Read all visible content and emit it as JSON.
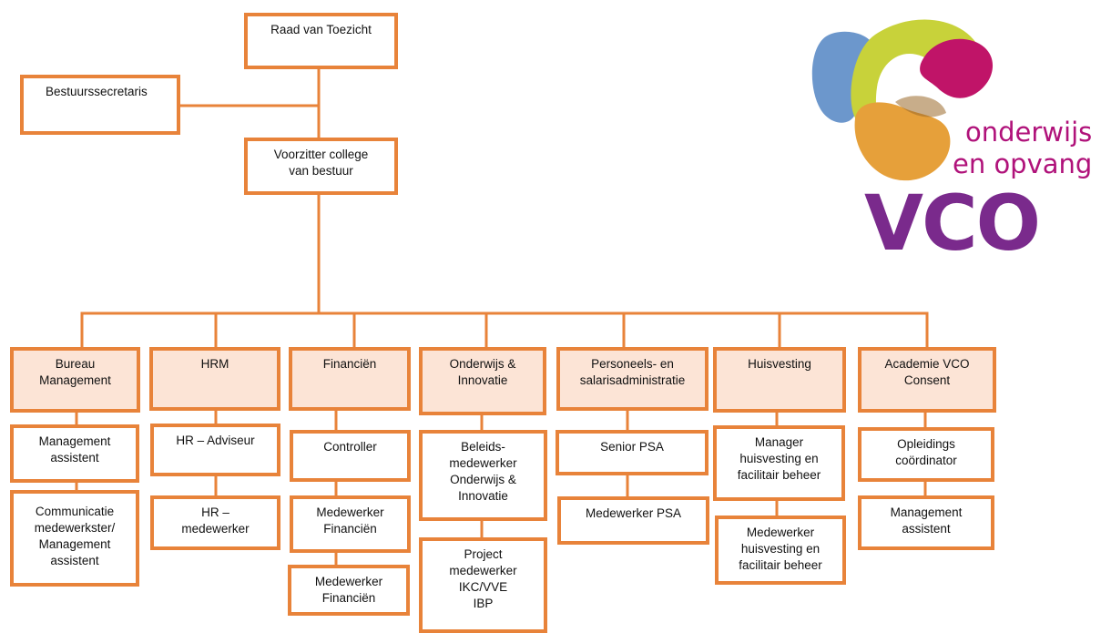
{
  "colors": {
    "border": "#E8833A",
    "dept_fill": "#FCE4D6",
    "logo_text": "#B0127A",
    "logo_vco": "#7A2A8C"
  },
  "top": {
    "raad": "Raad van Toezicht",
    "secretaris": "Bestuurssecretaris",
    "voorzitter": "Voorzitter college\nvan bestuur"
  },
  "departments": [
    {
      "name": "Bureau\nManagement",
      "roles": [
        "Management\nassistent",
        "Communicatie\nmedewerkster/\nManagement\nassistent"
      ]
    },
    {
      "name": "HRM",
      "roles": [
        "HR – Adviseur",
        "HR –\nmedewerker"
      ]
    },
    {
      "name": "Financiën",
      "roles": [
        "Controller",
        "Medewerker\nFinanciën",
        "Medewerker\nFinanciën"
      ]
    },
    {
      "name": "Onderwijs &\nInnovatie",
      "roles": [
        "Beleids-\nmedewerker\nOnderwijs &\nInnovatie",
        "Project\nmedewerker\nIKC/VVE\nIBP"
      ]
    },
    {
      "name": "Personeels- en\nsalarisadministratie",
      "roles": [
        "Senior PSA",
        "Medewerker PSA"
      ]
    },
    {
      "name": "Huisvesting",
      "roles": [
        "Manager\nhuisvesting en\nfacilitair beheer",
        "Medewerker\nhuisvesting en\nfacilitair beheer"
      ]
    },
    {
      "name": "Academie VCO\nConsent",
      "roles": [
        "Opleidings\ncoördinator",
        "Management\nassistent"
      ]
    }
  ],
  "logo": {
    "line1": "onderwijs",
    "line2": "en opvang",
    "brand": "VCO"
  }
}
